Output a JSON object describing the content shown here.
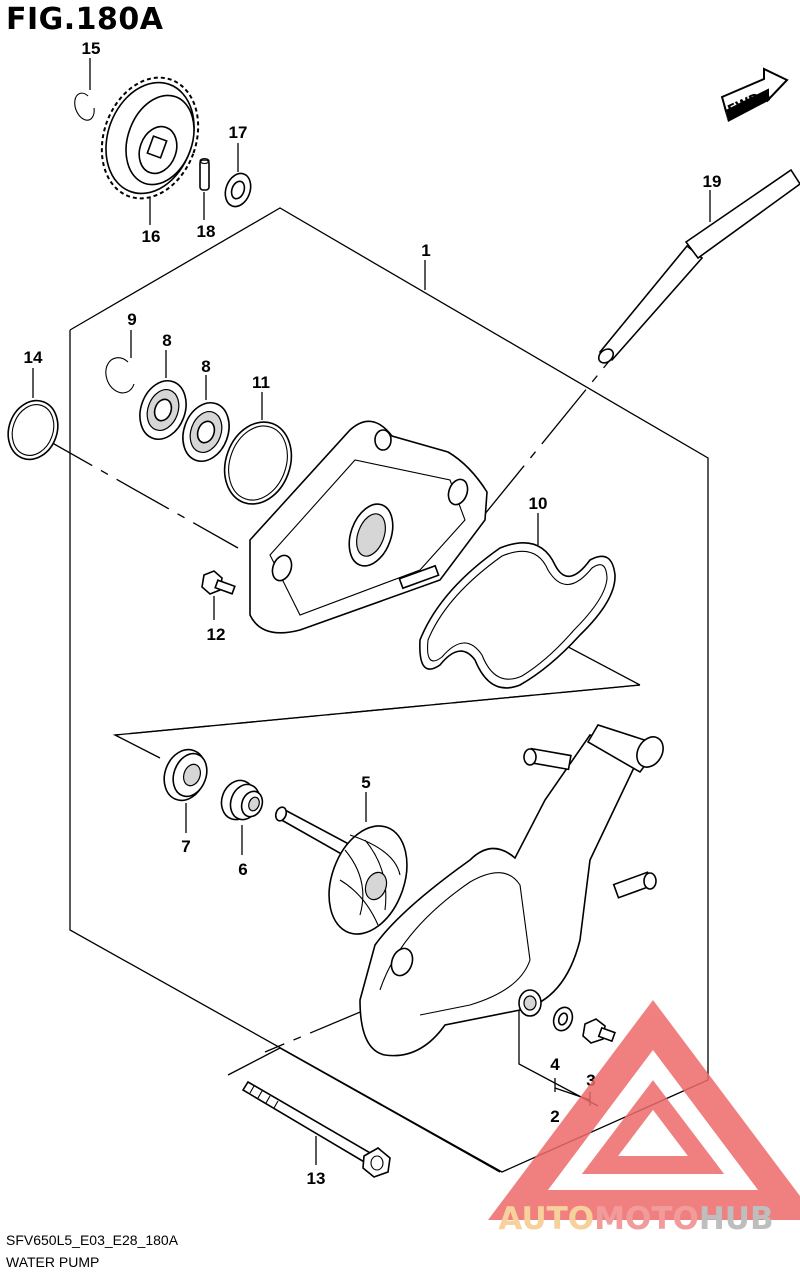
{
  "figure": {
    "title": "FIG.180A",
    "drawing_code": "SFV650L5_E03_E28_180A",
    "caption": "WATER PUMP"
  },
  "badge": {
    "fwd_label": "FWD"
  },
  "part_labels": [
    "1",
    "2",
    "3",
    "4",
    "5",
    "6",
    "7",
    "8",
    "8",
    "9",
    "10",
    "11",
    "12",
    "13",
    "14",
    "15",
    "16",
    "17",
    "18",
    "19"
  ],
  "watermark": {
    "brand_part1": "AUTO",
    "brand_part2": "MOTO",
    "brand_part3": "HUB",
    "colors": {
      "auto": "#f6c98b",
      "moto": "#f08a8a",
      "hub": "#b3b3b3",
      "triangle": "#ee6b6b"
    }
  }
}
